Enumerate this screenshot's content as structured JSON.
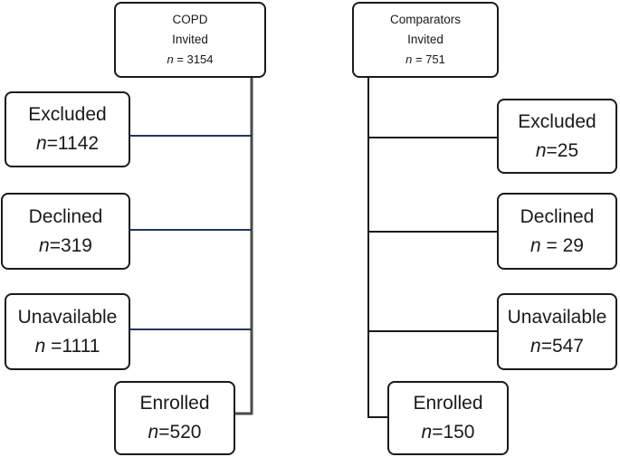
{
  "copd": {
    "invited": {
      "line1": "COPD",
      "line2": "Invited",
      "n_var": "n",
      "n_value": " = 3154"
    },
    "excluded": {
      "label": "Excluded",
      "n_var": "n",
      "n_value": "=1142"
    },
    "declined": {
      "label": "Declined",
      "n_var": "n",
      "n_value": "=319"
    },
    "unavailable": {
      "label": "Unavailable",
      "n_var": "n",
      "n_value": " =1111"
    },
    "enrolled": {
      "label": "Enrolled",
      "n_var": "n",
      "n_value": "=520"
    },
    "connector_color": "#1f3864"
  },
  "comparators": {
    "invited": {
      "line1": "Comparators",
      "line2": "Invited",
      "n_var": "n",
      "n_value": " = 751"
    },
    "excluded": {
      "label": "Excluded",
      "n_var": "n",
      "n_value": "=25"
    },
    "declined": {
      "label": "Declined",
      "n_var": "n",
      "n_value": " = 29"
    },
    "unavailable": {
      "label": "Unavailable",
      "n_var": "n",
      "n_value": "=547"
    },
    "enrolled": {
      "label": "Enrolled",
      "n_var": "n",
      "n_value": "=150"
    },
    "connector_color": "#1a1a1a"
  }
}
